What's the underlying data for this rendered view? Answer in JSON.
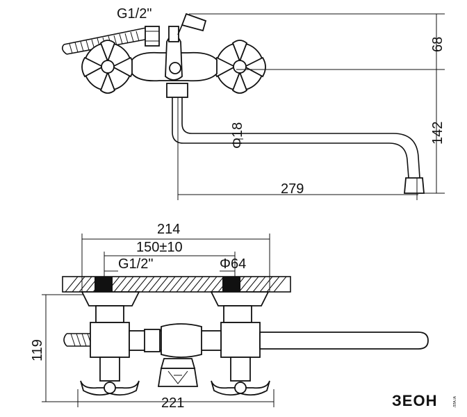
{
  "top_view": {
    "thread_label": "G1/2\"",
    "height_upper": "68",
    "height_lower": "142",
    "pipe_diameter": "Φ18",
    "spout_reach": "279"
  },
  "bottom_view": {
    "overall_width": "214",
    "center_distance": "150±10",
    "thread_label": "G1/2\"",
    "flange_diameter": "Φ64",
    "height": "119",
    "base_width": "221"
  },
  "brand": {
    "logo_text": "ЗЕОН",
    "logo_subtext": "ЛЛА.ІА"
  }
}
